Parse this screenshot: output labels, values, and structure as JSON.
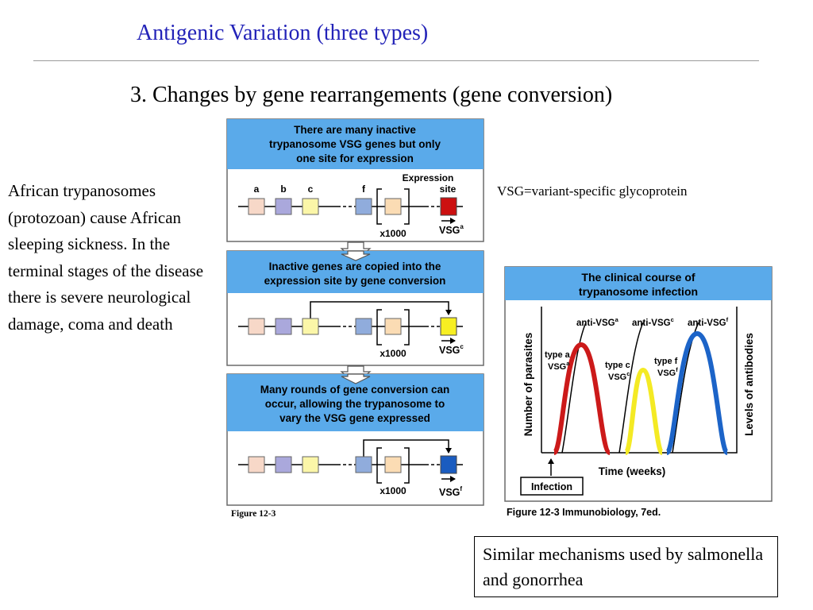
{
  "slide": {
    "title": "Antigenic Variation (three types)",
    "subtitle": "3.  Changes by gene rearrangements (gene conversion)",
    "left_text": "African trypanosomes (protozoan) cause African sleeping sickness.  In the terminal stages of the disease there is severe neurological damage, coma and death",
    "vsg_definition": "VSG=variant-specific glycoprotein",
    "bottom_box": "Similar mechanisms used by salmonella and gonorrhea"
  },
  "figure_left": {
    "panel1_header": [
      "There are many inactive",
      "trypanosome VSG genes but only",
      "one site for expression"
    ],
    "panel2_header": [
      "Inactive genes are copied into the",
      "expression site by gene conversion"
    ],
    "panel3_header": [
      "Many rounds of gene conversion can",
      "occur, allowing the trypanosome to",
      "vary the VSG gene expressed"
    ],
    "gene_labels": [
      "a",
      "b",
      "c",
      "f"
    ],
    "expression_site_label": [
      "Expression",
      "site"
    ],
    "multiplier": "x1000",
    "vsg": "VSG",
    "vsg_superscripts": [
      "a",
      "c",
      "f"
    ],
    "caption": "Figure 12-3",
    "colors": {
      "header_bg": "#5aaaea",
      "gene_a": "#f7d8c8",
      "gene_b": "#aaa8dc",
      "gene_c": "#fbf6a8",
      "gene_f": "#90acdc",
      "gene_x": "#fbdcb4",
      "expr_red": "#cc1010",
      "expr_yellow": "#f7ef22",
      "expr_blue": "#1a5cc0"
    }
  },
  "figure_right": {
    "header": [
      "The clinical course of",
      "trypanosome infection"
    ],
    "y_left_label": "Number of parasites",
    "y_right_label": "Levels of antibodies",
    "x_label": "Time (weeks)",
    "infection_label": "Infection",
    "antibody_labels": [
      "anti-VSG",
      "anti-VSG",
      "anti-VSG"
    ],
    "antibody_superscripts": [
      "a",
      "c",
      "f"
    ],
    "type_labels": [
      [
        "type a",
        "VSG"
      ],
      [
        "type c",
        "VSG"
      ],
      [
        "type f",
        "VSG"
      ]
    ],
    "type_superscripts": [
      "a",
      "c",
      "f"
    ],
    "caption": "Figure 12-3  Immunobiology, 7ed.",
    "colors": {
      "header_bg": "#5aaaea",
      "wave_a": "#cc1a1a",
      "wave_c": "#f4ea24",
      "wave_f": "#1c64c8"
    }
  }
}
